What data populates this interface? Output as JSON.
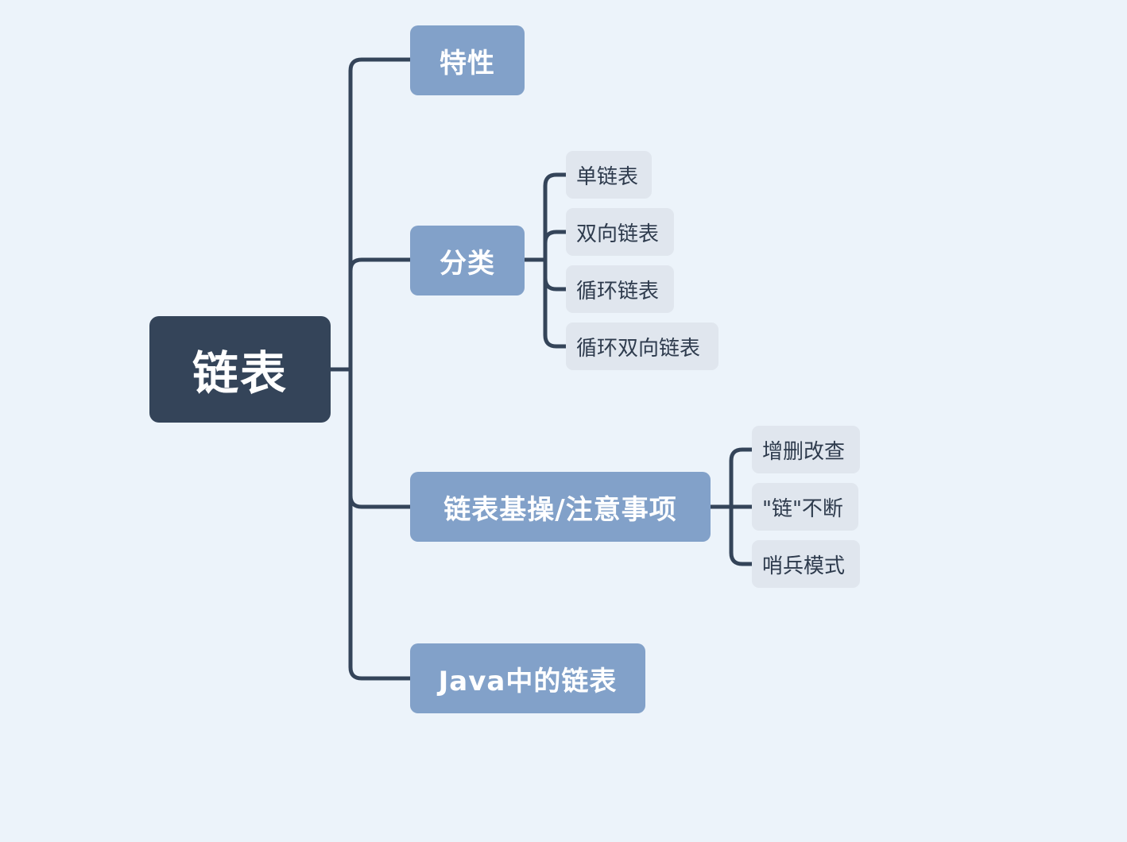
{
  "mindmap": {
    "root": "链表",
    "branches": [
      {
        "label": "特性",
        "children": []
      },
      {
        "label": "分类",
        "children": [
          "单链表",
          "双向链表",
          "循环链表",
          "循环双向链表"
        ]
      },
      {
        "label": "链表基操/注意事项",
        "children": [
          "增删改查",
          "\"链\"不断",
          "哨兵模式"
        ]
      },
      {
        "label": "Java中的链表",
        "children": []
      }
    ]
  },
  "colors": {
    "background": "#ecf3fa",
    "root_fill": "#344459",
    "branch_fill": "#82a1c9",
    "leaf_fill": "#e0e6ee",
    "connector": "#344459"
  }
}
